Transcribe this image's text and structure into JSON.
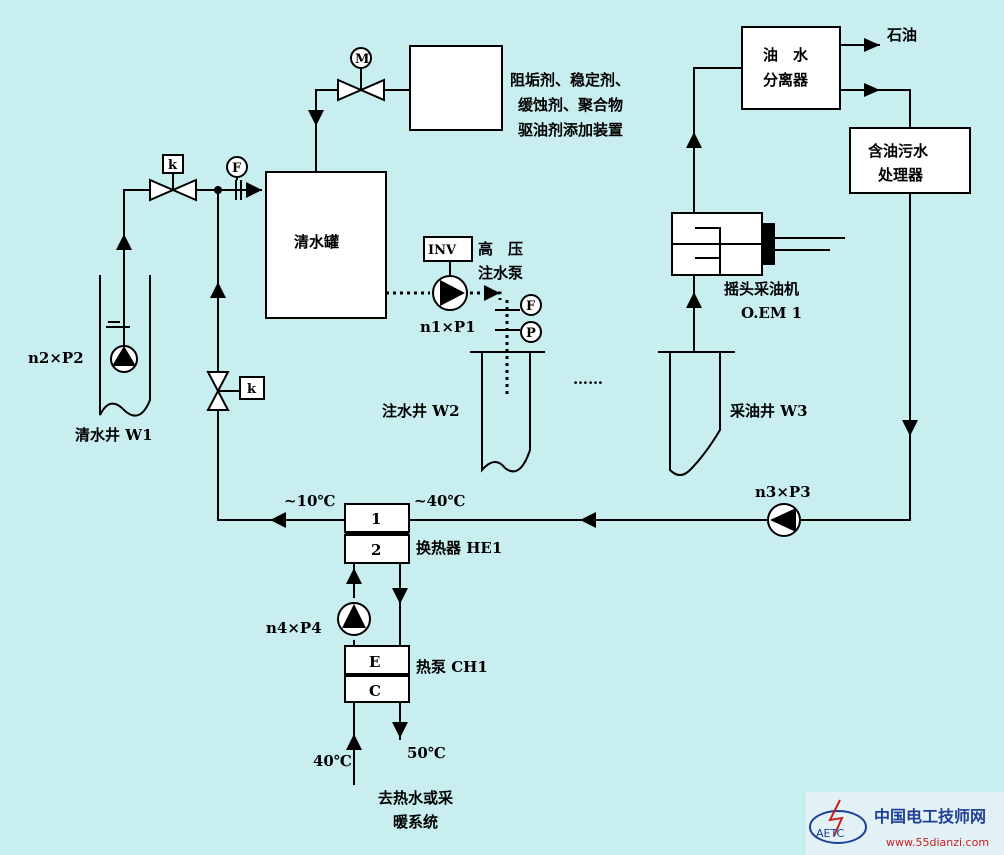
{
  "labels": {
    "antiscale_line1": "阻垢剂、稳定剂、",
    "antiscale_line2": "缓蚀剂、聚合物",
    "antiscale_line3": "驱油剂添加装置",
    "clean_tank": "清水罐",
    "hp_pump_line1": "高　压",
    "hp_pump_line2": "注水泵",
    "inv": "INV",
    "n1p1": "n1×P1",
    "n2p2": "n2×P2",
    "n3p3": "n3×P3",
    "n4p4": "n4×P4",
    "clean_well": "清水井 W1",
    "inject_well": "注水井 W2",
    "oil_well": "采油井 W3",
    "dots": "……",
    "separator_line1": "油　水",
    "separator_line2": "分离器",
    "petroleum": "石油",
    "wastewater_line1": "含油污水",
    "wastewater_line2": "处理器",
    "pump_jack_line1": "摇头采油机",
    "pump_jack_line2": "O.EM 1",
    "temp_10": "~10℃",
    "temp_40a": "~40℃",
    "he_1": "1",
    "he_2": "2",
    "he_label": "换热器 HE1",
    "hp_e": "E",
    "hp_c": "C",
    "heat_pump_label": "热泵 CH1",
    "temp_40b": "40℃",
    "temp_50": "50℃",
    "heating_line1": "去热水或采",
    "heating_line2": "暖系统",
    "valve_k": "k",
    "gauge_m": "M",
    "gauge_f": "F",
    "gauge_p": "P",
    "watermark_cn": "中国电工技师网",
    "watermark_url": "www.55dianzi.com",
    "watermark_logo": "AETC"
  },
  "colors": {
    "background": "#c9eef0",
    "line": "#000000",
    "watermark_red": "#c81e1e",
    "watermark_blue": "#1f3f96"
  }
}
